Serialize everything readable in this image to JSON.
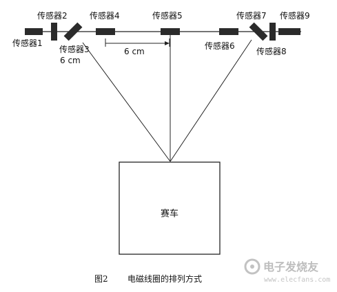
{
  "sensors": [
    {
      "label": "传感器1"
    },
    {
      "label": "传感器2"
    },
    {
      "label": "传感器3"
    },
    {
      "label": "传感器4"
    },
    {
      "label": "传感器5"
    },
    {
      "label": "传感器6"
    },
    {
      "label": "传感器7"
    },
    {
      "label": "传感器8"
    },
    {
      "label": "传感器9"
    }
  ],
  "dimensions": {
    "spacing_a": "6 cm",
    "spacing_b": "6 cm"
  },
  "car": {
    "label": "赛车"
  },
  "caption": {
    "figure_number": "图2",
    "title": "电磁线圈的排列方式"
  },
  "watermark": {
    "text": "电子发烧友",
    "url": "www.elecfans.com"
  },
  "colors": {
    "sensor": "#2b2b2b",
    "line": "#222222",
    "watermark": "#bdbdbd"
  }
}
